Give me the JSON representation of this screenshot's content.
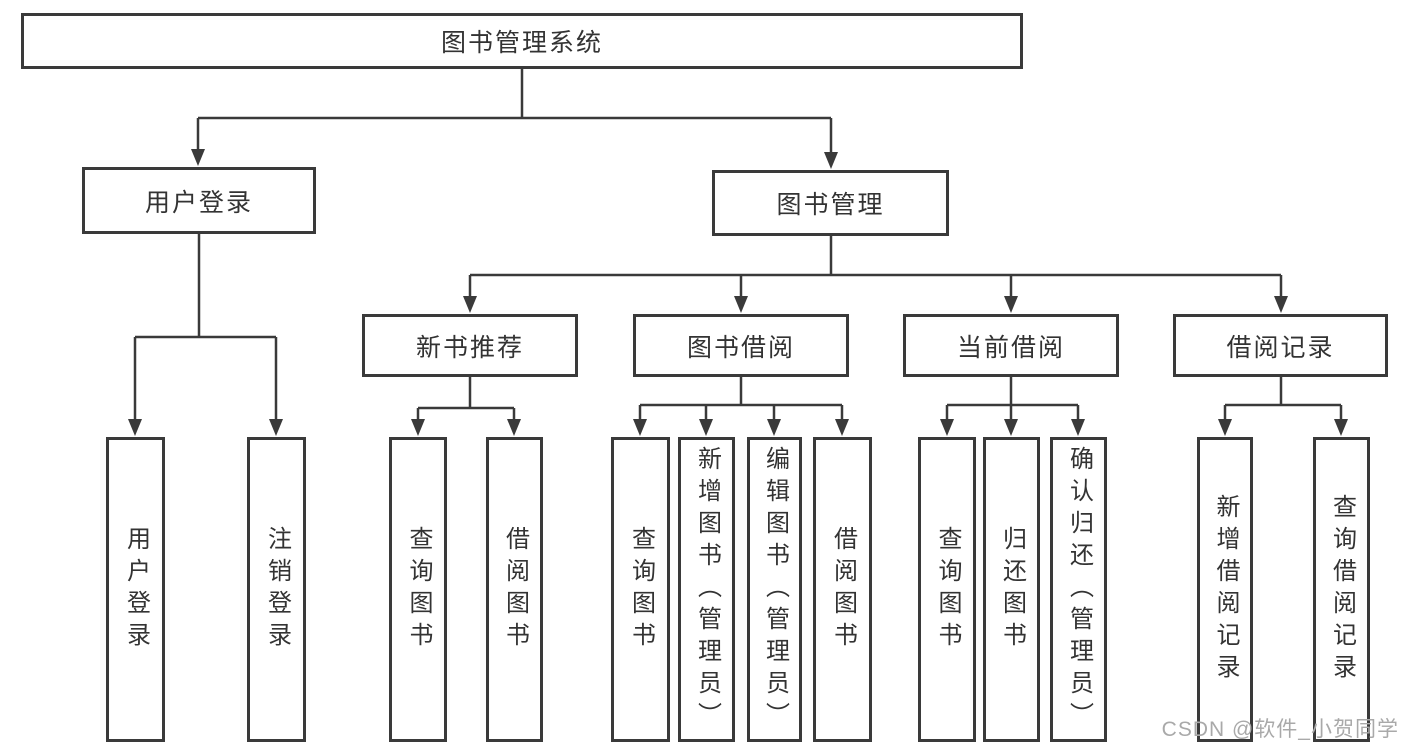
{
  "diagram_title": "图书管理系统",
  "watermark": "CSDN @软件_小贺同学",
  "colors": {
    "line": "#3a3a3a",
    "text": "#333333",
    "watermark": "#a9a9a9",
    "background": "#ffffff"
  },
  "tree": {
    "label": "图书管理系统",
    "children": [
      {
        "label": "用户登录",
        "children": [
          {
            "label": "用户登录"
          },
          {
            "label": "注销登录"
          }
        ]
      },
      {
        "label": "图书管理",
        "children": [
          {
            "label": "新书推荐",
            "children": [
              {
                "label": "查询图书"
              },
              {
                "label": "借阅图书"
              }
            ]
          },
          {
            "label": "图书借阅",
            "children": [
              {
                "label": "查询图书"
              },
              {
                "label": "新增图书（管理员）"
              },
              {
                "label": "编辑图书（管理员）"
              },
              {
                "label": "借阅图书"
              }
            ]
          },
          {
            "label": "当前借阅",
            "children": [
              {
                "label": "查询图书"
              },
              {
                "label": "归还图书"
              },
              {
                "label": "确认归还（管理员）"
              }
            ]
          },
          {
            "label": "借阅记录",
            "children": [
              {
                "label": "新增借阅记录"
              },
              {
                "label": "查询借阅记录"
              }
            ]
          }
        ]
      }
    ]
  }
}
